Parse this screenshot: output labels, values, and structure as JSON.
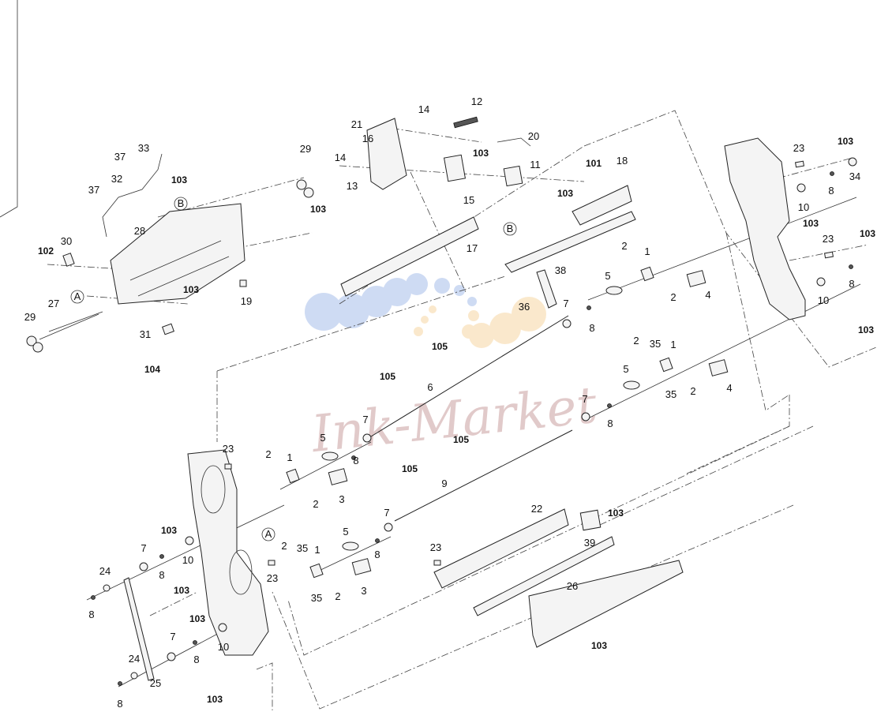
{
  "diagram": {
    "watermark_text": "Ink-Market",
    "callouts": [
      "1",
      "2",
      "3",
      "4",
      "5",
      "6",
      "7",
      "8",
      "9",
      "10",
      "11",
      "12",
      "13",
      "14",
      "15",
      "16",
      "17",
      "18",
      "19",
      "20",
      "21",
      "22",
      "23",
      "24",
      "25",
      "26",
      "27",
      "28",
      "29",
      "30",
      "31",
      "32",
      "33",
      "34",
      "35",
      "36",
      "37",
      "38",
      "39",
      "101",
      "102",
      "103",
      "104",
      "105",
      "A",
      "B"
    ]
  }
}
